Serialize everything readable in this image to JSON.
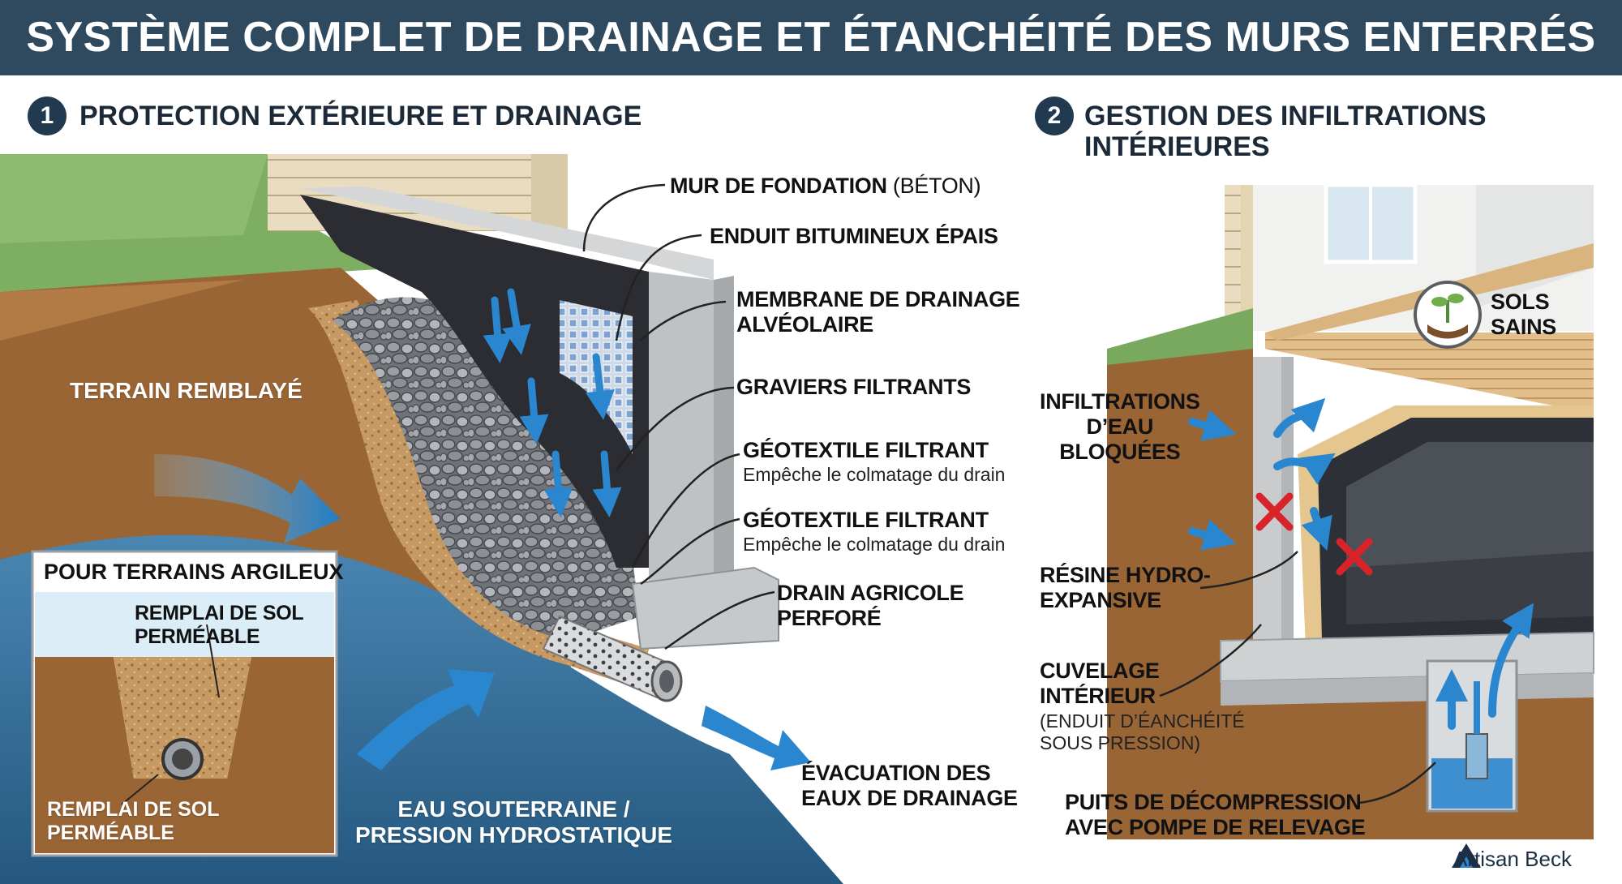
{
  "title": "SYSTÈME COMPLET DE DRAINAGE ET ÉTANCHÉITÉ DES MURS ENTERRÉS",
  "section1": {
    "number": "1",
    "heading": "PROTECTION EXTÉRIEURE ET DRAINAGE",
    "labels": {
      "foundation_bold": "MUR DE FONDATION",
      "foundation_thin": "(BÉTON)",
      "bitumen": "ENDUIT BITUMINEUX ÉPAIS",
      "membrane_line1": "MEMBRANE DE DRAINAGE",
      "membrane_line2": "ALVÉOLAIRE",
      "gravel": "GRAVIERS FILTRANTS",
      "geotextile1": "GÉOTEXTILE FILTRANT",
      "geotextile1_sub": "Empêche le colmatage du drain",
      "geotextile2": "GÉOTEXTILE FILTRANT",
      "geotextile2_sub": "Empêche le colmatage du drain",
      "drain_line1": "DRAIN AGRICOLE",
      "drain_line2": "PERFORÉ",
      "evacuation_line1": "ÉVACUATION DES",
      "evacuation_line2": "EAUX DE DRAINAGE",
      "backfill": "TERRAIN REMBLAYÉ",
      "groundwater_line1": "EAU SOUTERRAINE /",
      "groundwater_line2": "PRESSION HYDROSTATIQUE"
    },
    "inset": {
      "title": "POUR TERRAINS ARGILEUX",
      "top_line1": "REMPLAI DE SOL",
      "top_line2": "PERMÉABLE",
      "bottom_line1": "REMPLAI DE SOL",
      "bottom_line2": "PERMÉABLE"
    }
  },
  "section2": {
    "number": "2",
    "heading_line1": "GESTION DES INFILTRATIONS",
    "heading_line2": "INTÉRIEURES",
    "badge_line1": "SOLS",
    "badge_line2": "SAINS",
    "labels": {
      "infil_line1": "INFILTRATIONS",
      "infil_line2": "D’EAU",
      "infil_line3": "BLOQUÉES",
      "resin_line1": "RÉSINE HYDRO-",
      "resin_line2": "EXPANSIVE",
      "cuvelage_line1": "CUVELAGE",
      "cuvelage_line2": "INTÉRIEUR",
      "cuvelage_sub1": "(ENDUIT D’ÉANCHÉITÉ",
      "cuvelage_sub2": "SOUS PRESSION)",
      "sump_line1": "PUITS DE DÉCOMPRESSION",
      "sump_line2": "AVEC POMPE DE RELEVAGE"
    }
  },
  "brand": "Artisan Beck",
  "colors": {
    "header": "#2f4a5f",
    "soil": "#9a6535",
    "water": "#2f6f9e",
    "arrow": "#2a86cf",
    "membrane": "#2b2d33",
    "concrete": "#c9cbcc",
    "x_mark": "#d8232a"
  }
}
